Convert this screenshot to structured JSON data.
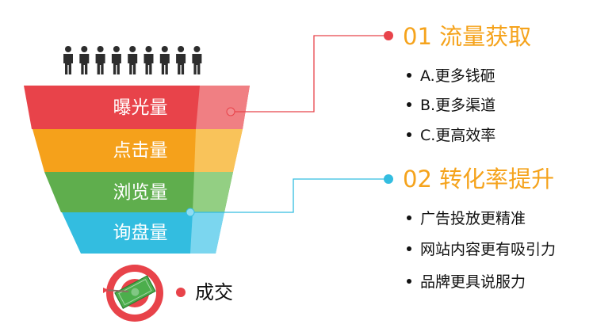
{
  "funnel": {
    "stages": [
      {
        "label": "曝光量",
        "color": "#e8434a"
      },
      {
        "label": "点击量",
        "color": "#f5a11b"
      },
      {
        "label": "浏览量",
        "color": "#5fae4d"
      },
      {
        "label": "询盘量",
        "color": "#33bde0"
      }
    ],
    "people_icon": "person-icon",
    "people_count": 9
  },
  "section1": {
    "title": "01 流量获取",
    "color": "#f5a31c",
    "dot_color": "#e8434a",
    "items": [
      "A.更多钱砸",
      "B.更多渠道",
      "C.更高效率"
    ]
  },
  "section2": {
    "title": "02 转化率提升",
    "color": "#f5a31c",
    "dot_color": "#33bde0",
    "items": [
      "广告投放更精准",
      "网站内容更有吸引力",
      "品牌更具说服力"
    ]
  },
  "deal": {
    "label": "成交",
    "icon": "target-money-icon",
    "dot_color": "#e8434a"
  }
}
